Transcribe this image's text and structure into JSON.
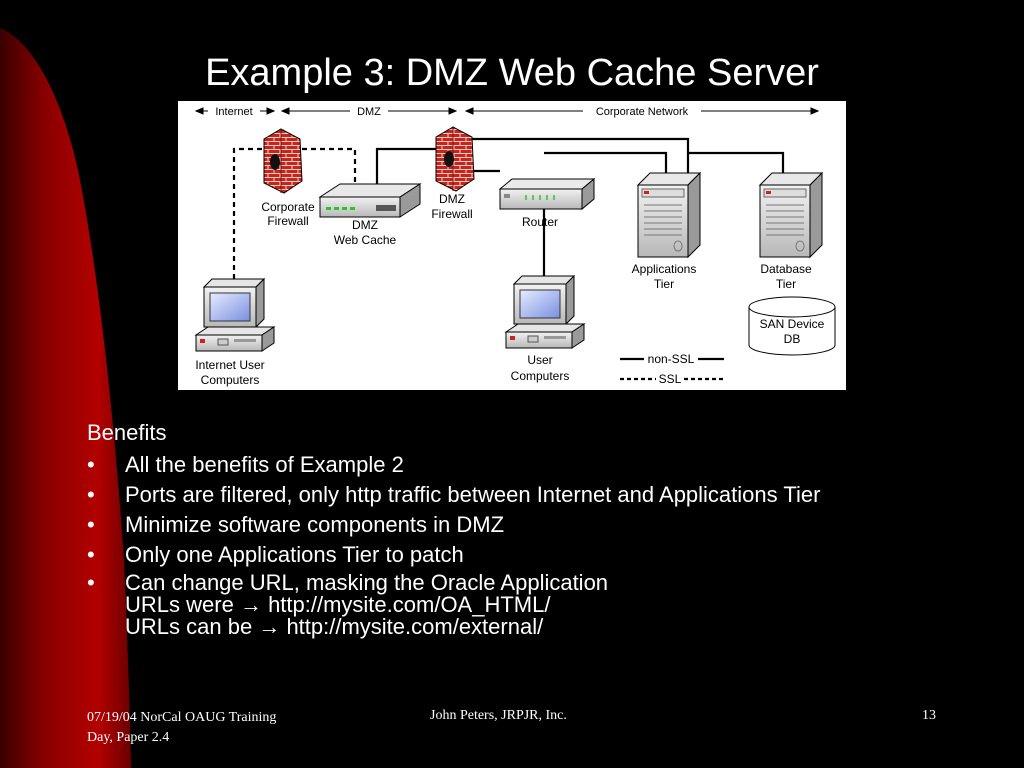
{
  "slide": {
    "title": "Example 3: DMZ Web Cache Server",
    "colors": {
      "background": "#000000",
      "accent_dark_red": "#5a0000",
      "accent_red": "#9b0000",
      "text": "#ffffff"
    }
  },
  "diagram": {
    "zones": {
      "internet": "Internet",
      "dmz": "DMZ",
      "corporate": "Corporate Network"
    },
    "nodes": {
      "corporate_firewall": {
        "line1": "Corporate",
        "line2": "Firewall",
        "icon": "firewall-icon"
      },
      "dmz_web_cache": {
        "line1": "DMZ",
        "line2": "Web Cache",
        "icon": "network-appliance-icon"
      },
      "dmz_firewall": {
        "line1": "DMZ",
        "line2": "Firewall",
        "icon": "firewall-icon"
      },
      "router": {
        "label": "Router",
        "icon": "router-icon"
      },
      "applications_tier": {
        "line1": "Applications",
        "line2": "Tier",
        "icon": "server-tower-icon"
      },
      "database_tier": {
        "line1": "Database",
        "line2": "Tier",
        "icon": "server-tower-icon"
      },
      "san_device": {
        "line1": "SAN Device",
        "line2": "DB",
        "icon": "database-cylinder-icon"
      },
      "internet_user_computers": {
        "line1": "Internet User",
        "line2": "Computers",
        "icon": "desktop-computer-icon"
      },
      "user_computers": {
        "line1": "User",
        "line2": "Computers",
        "icon": "desktop-computer-icon"
      }
    },
    "legend": {
      "non_ssl": "non-SSL",
      "ssl": "SSL"
    }
  },
  "benefits": {
    "heading": "Benefits",
    "bullet_glyph": "•",
    "items": [
      "All the benefits of Example 2",
      "Ports are filtered, only http traffic between Internet and Applications Tier",
      "Minimize software components in DMZ",
      "Only one Applications Tier to patch",
      "Can change URL, masking the Oracle Application"
    ],
    "url_lines": [
      {
        "prefix": "URLs were",
        "arrow": "→",
        "url": "http://mysite.com/OA_HTML/"
      },
      {
        "prefix": "URLs can be",
        "arrow": "→",
        "url": "http://mysite.com/external/"
      }
    ]
  },
  "footer": {
    "left_line1": "07/19/04  NorCal OAUG Training",
    "left_line2": "Day, Paper 2.4",
    "center": "John Peters, JRPJR, Inc.",
    "page_number": "13"
  }
}
